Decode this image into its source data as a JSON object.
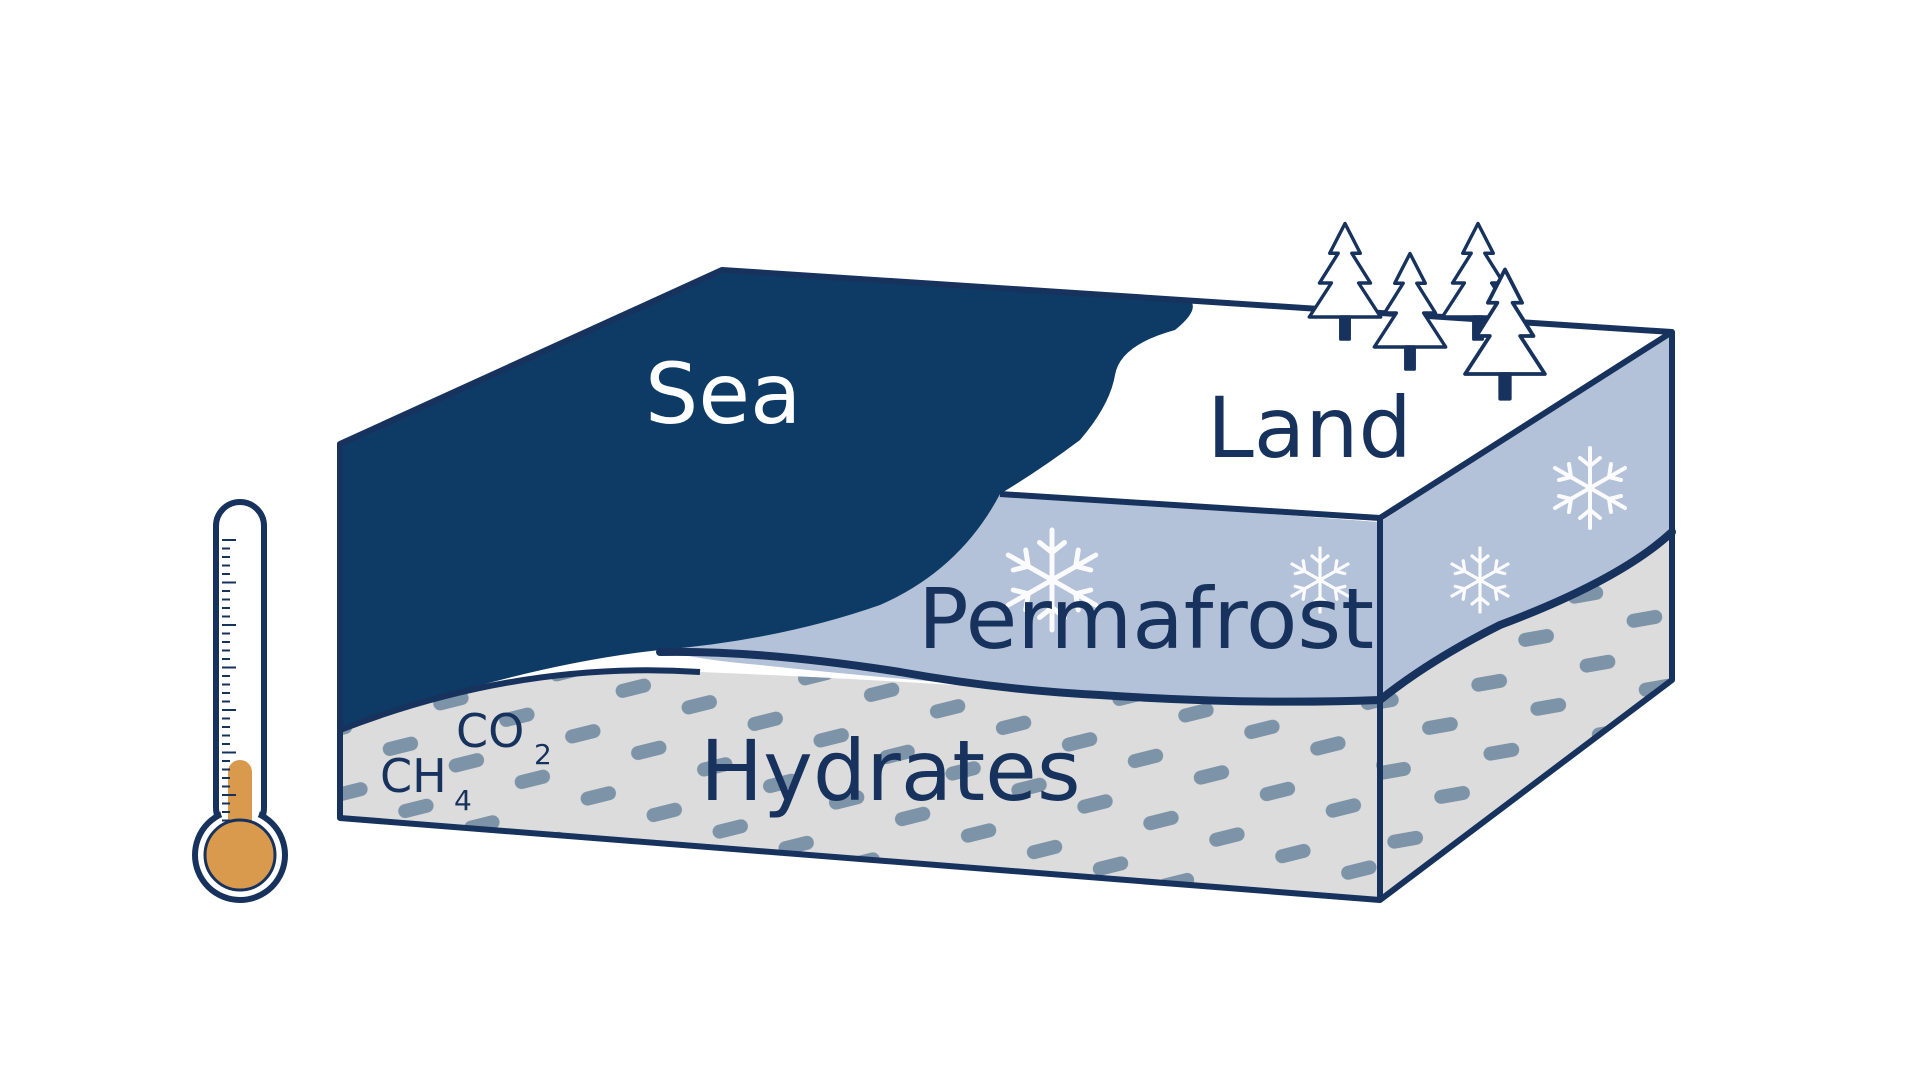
{
  "diagram": {
    "labels": {
      "sea": "Sea",
      "land": "Land",
      "permafrost": "Permafrost",
      "hydrates": "Hydrates"
    },
    "gases": {
      "methane_main": "CH",
      "methane_sub": "4",
      "co2_main": "CO",
      "co2_sub": "2"
    },
    "colors": {
      "sea": "#0d3b66",
      "outline": "#17325c",
      "permafrost": "#b3c2d8",
      "hydrates": "#dcdcdc",
      "dash": "#7d93a8",
      "land": "#ffffff",
      "thermometer_fluid": "#d99a4e"
    },
    "icons": [
      "thermometer-icon",
      "snowflake-icon",
      "pine-tree-icon"
    ],
    "thermometer_level": 0.25
  }
}
